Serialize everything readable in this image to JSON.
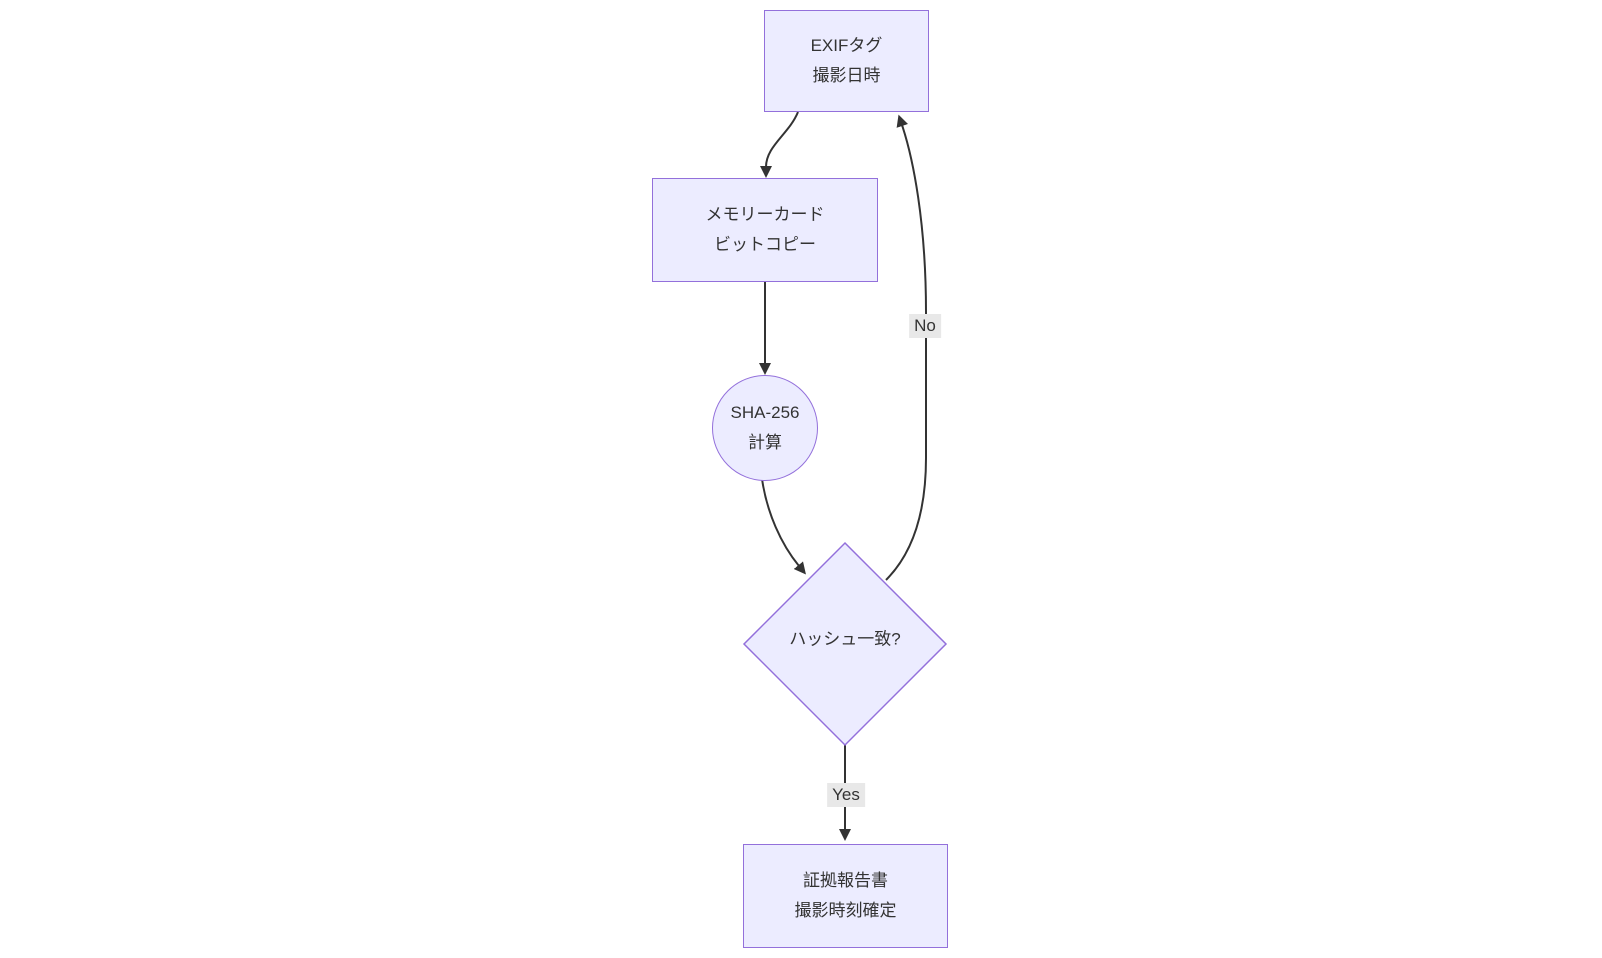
{
  "diagram": {
    "type": "flowchart",
    "colors": {
      "node-fill": "#ECECFF",
      "node-border": "#9370DB",
      "edge-color": "#333333",
      "text-color": "#333333",
      "label-bg": "#e8e8e8",
      "canvas-bg": "#ffffff"
    },
    "nodes": {
      "exif": {
        "shape": "rect",
        "line1": "EXIFタグ",
        "line2": "撮影日時"
      },
      "bitcopy": {
        "shape": "rect",
        "line1": "メモリーカード",
        "line2": "ビットコピー"
      },
      "sha256": {
        "shape": "circle",
        "line1": "SHA-256",
        "line2": "計算"
      },
      "decision": {
        "shape": "diamond",
        "label": "ハッシュ一致?"
      },
      "report": {
        "shape": "rect",
        "line1": "証拠報告書",
        "line2": "撮影時刻確定"
      }
    },
    "edges": {
      "exif_to_bitcopy": {
        "label": ""
      },
      "bitcopy_to_sha256": {
        "label": ""
      },
      "sha256_to_decision": {
        "label": ""
      },
      "decision_to_exif": {
        "label": "No"
      },
      "decision_to_report": {
        "label": "Yes"
      }
    }
  }
}
